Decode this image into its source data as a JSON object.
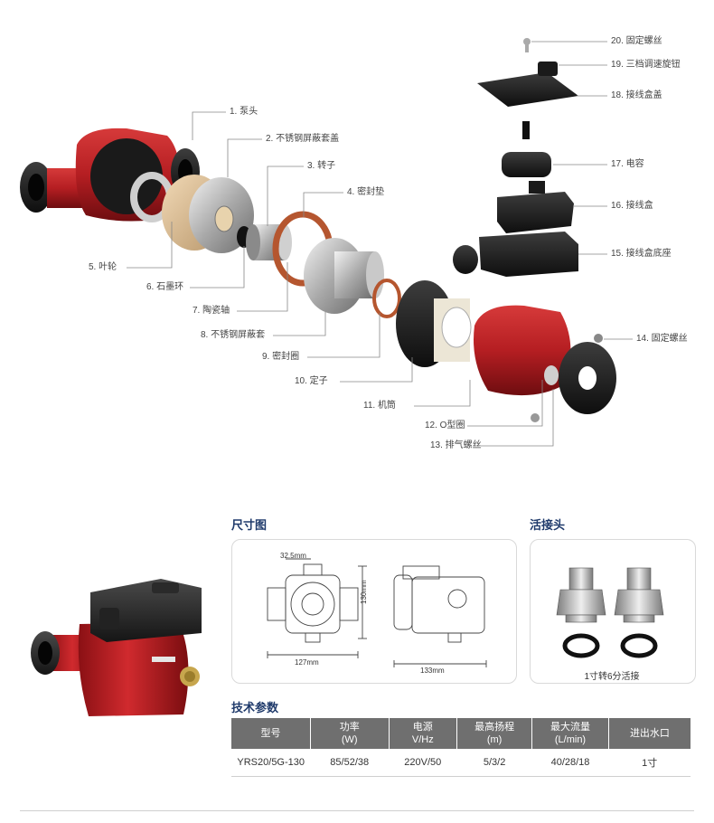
{
  "parts": [
    {
      "id": 1,
      "text": "1. 泵头"
    },
    {
      "id": 2,
      "text": "2. 不锈钢屏蔽套盖"
    },
    {
      "id": 3,
      "text": "3. 转子"
    },
    {
      "id": 4,
      "text": "4. 密封垫"
    },
    {
      "id": 5,
      "text": "5. 叶轮"
    },
    {
      "id": 6,
      "text": "6. 石墨环"
    },
    {
      "id": 7,
      "text": "7. 陶瓷轴"
    },
    {
      "id": 8,
      "text": "8. 不锈钢屏蔽套"
    },
    {
      "id": 9,
      "text": "9. 密封圈"
    },
    {
      "id": 10,
      "text": "10. 定子"
    },
    {
      "id": 11,
      "text": "11. 机筒"
    },
    {
      "id": 12,
      "text": "12. O型圈"
    },
    {
      "id": 13,
      "text": "13. 排气螺丝"
    },
    {
      "id": 14,
      "text": "14. 固定螺丝"
    },
    {
      "id": 15,
      "text": "15. 接线盒底座"
    },
    {
      "id": 16,
      "text": "16. 接线盒"
    },
    {
      "id": 17,
      "text": "17. 电容"
    },
    {
      "id": 18,
      "text": "18. 接线盒盖"
    },
    {
      "id": 19,
      "text": "19. 三档调速旋钮"
    },
    {
      "id": 20,
      "text": "20. 固定螺丝"
    }
  ],
  "dimensions": {
    "title": "尺寸图",
    "d_top": "32.5mm",
    "d_height": "130mm",
    "d_width1": "127mm",
    "d_width2": "133mm"
  },
  "fitting": {
    "title": "活接头",
    "caption": "1寸转6分活接"
  },
  "specs": {
    "title": "技术参数",
    "headers": [
      {
        "l1": "型号",
        "l2": ""
      },
      {
        "l1": "功率",
        "l2": "(W)"
      },
      {
        "l1": "电源",
        "l2": "V/Hz"
      },
      {
        "l1": "最高扬程",
        "l2": "(m)"
      },
      {
        "l1": "最大流量",
        "l2": "(L/min)"
      },
      {
        "l1": "进出水口",
        "l2": ""
      }
    ],
    "row": [
      "YRS20/5G-130",
      "85/52/38",
      "220V/50",
      "5/3/2",
      "40/28/18",
      "1寸"
    ]
  },
  "colors": {
    "pump_red": "#b51e22",
    "dark": "#1e1e1e",
    "title_blue": "#1f3a6b",
    "header_gray": "#6f6f6f"
  }
}
